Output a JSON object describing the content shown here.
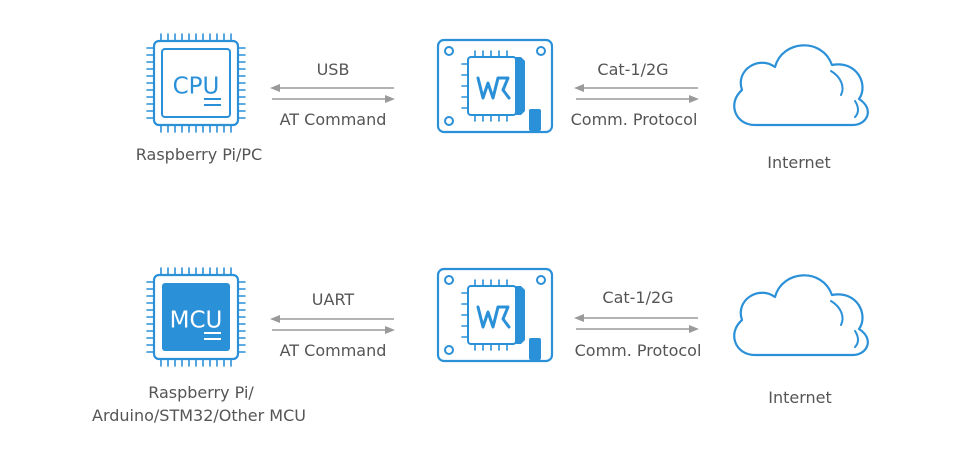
{
  "accent_color": "#2a90d8",
  "arrow_color": "#9a9a9a",
  "rows": [
    {
      "host": {
        "chip_label": "CPU",
        "chip_style": "outline",
        "caption_lines": [
          "Raspberry Pi/PC"
        ]
      },
      "left_link": {
        "top_label": "USB",
        "bottom_label": "AT Command"
      },
      "module": {
        "icon": "waveshare-module-icon"
      },
      "right_link": {
        "top_label": "Cat-1/2G",
        "bottom_label": "Comm. Protocol"
      },
      "cloud": {
        "icon": "cloud-icon",
        "caption": "Internet"
      }
    },
    {
      "host": {
        "chip_label": "MCU",
        "chip_style": "filled",
        "caption_lines": [
          "Raspberry Pi/",
          "Arduino/STM32/Other MCU"
        ]
      },
      "left_link": {
        "top_label": "UART",
        "bottom_label": "AT Command"
      },
      "module": {
        "icon": "waveshare-module-icon"
      },
      "right_link": {
        "top_label": "Cat-1/2G",
        "bottom_label": "Comm. Protocol"
      },
      "cloud": {
        "icon": "cloud-icon",
        "caption": "Internet"
      }
    }
  ]
}
